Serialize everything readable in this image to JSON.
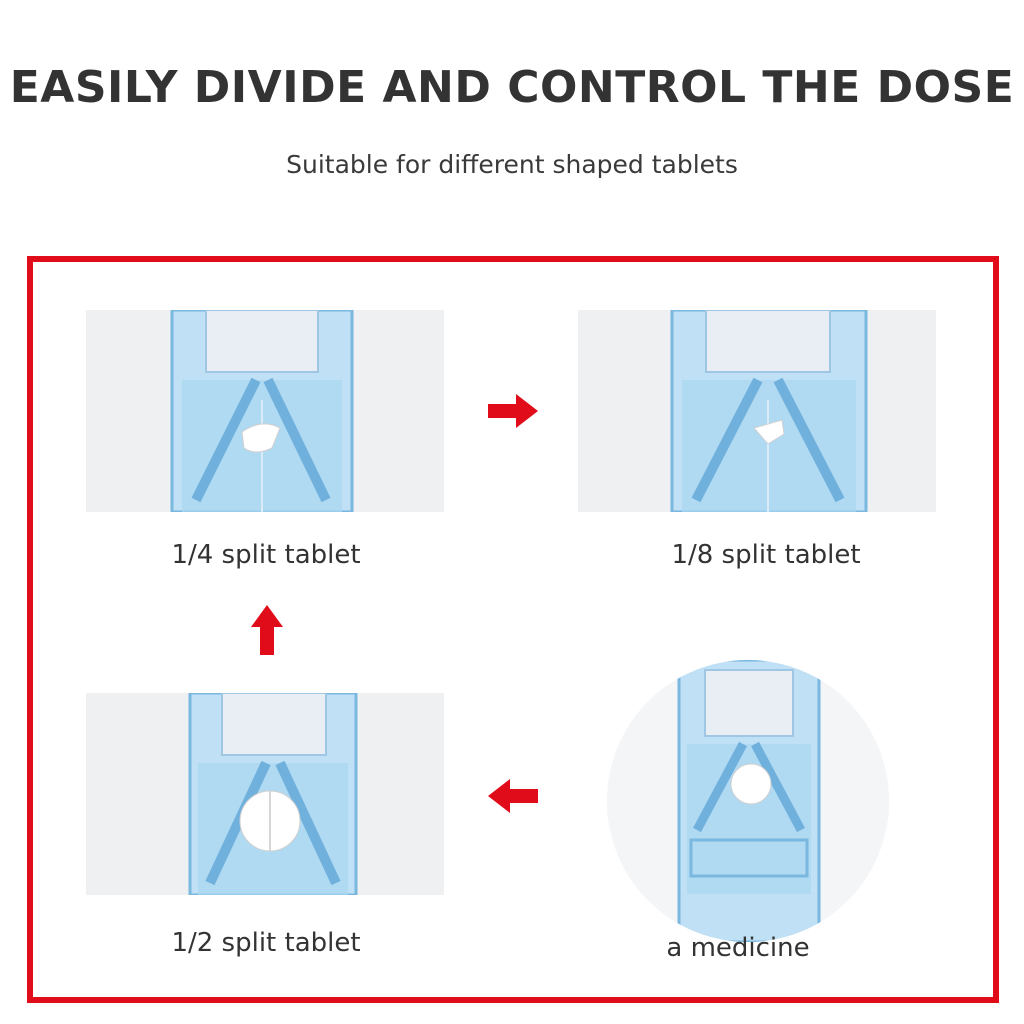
{
  "header": {
    "title": "EASILY DIVIDE AND CONTROL THE DOSE",
    "subtitle": "Suitable for different shaped tablets"
  },
  "steps": [
    {
      "label": "a medicine",
      "icon": "whole-tablet-photo"
    },
    {
      "label": "1/2 split tablet",
      "icon": "half-tablet-photo"
    },
    {
      "label": "1/4 split tablet",
      "icon": "quarter-tablet-photo"
    },
    {
      "label": "1/8 split tablet",
      "icon": "eighth-tablet-photo"
    }
  ],
  "colors": {
    "accent": "#e00c1a",
    "splitter_blue": "#8ec9ec",
    "text": "#333333"
  }
}
